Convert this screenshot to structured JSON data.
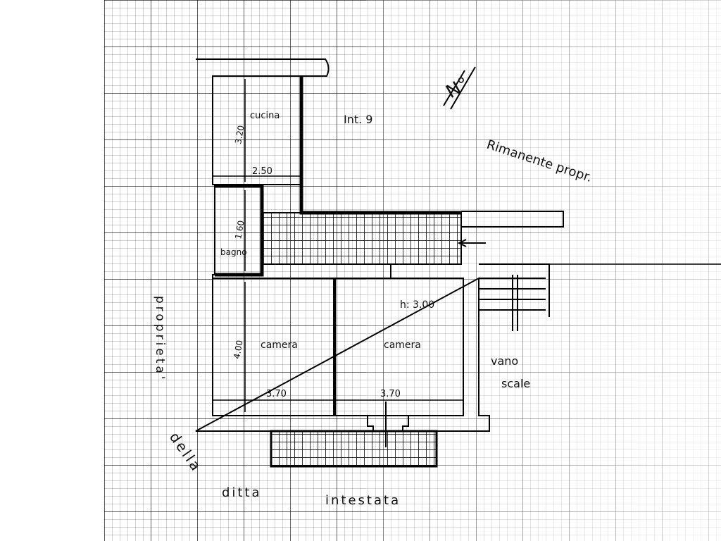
{
  "plan": {
    "unit_label": "Int. 9",
    "north_mark": "N°",
    "rooms": {
      "kitchen": "cucina",
      "bathroom": "bagno",
      "bedroom_left": "camera",
      "bedroom_right": "camera"
    },
    "dimensions": {
      "kitchen_height": "3.20",
      "kitchen_width": "2.50",
      "bathroom_height": "1.60",
      "bedroom_height": "4.00",
      "bedroom_left_width": "3.70",
      "bedroom_right_width": "3.70",
      "ceiling_height": "h: 3.00"
    },
    "annotations": {
      "remaining_property": "Rimanente propr.",
      "stairwell_1": "vano",
      "stairwell_2": "scale",
      "left_side": "proprieta'",
      "della": "della",
      "ditta": "ditta",
      "intestata": "intestata"
    }
  }
}
